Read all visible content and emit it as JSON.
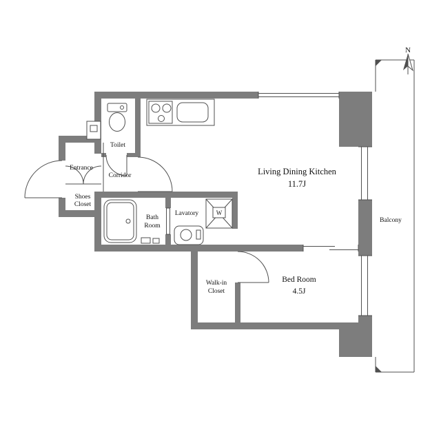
{
  "plan": {
    "compass": {
      "label": "N"
    },
    "rooms": {
      "ldk": {
        "name": "Living Dining Kitchen",
        "size": "11.7J"
      },
      "bedroom": {
        "name": "Bed Room",
        "size": "4.5J"
      },
      "balcony": {
        "name": "Balcony"
      },
      "toilet": {
        "name": "Toilet"
      },
      "entrance": {
        "name": "Entrance"
      },
      "corridor": {
        "name": "Corridor"
      },
      "shoes_closet": {
        "line1": "Shoes",
        "line2": "Closet"
      },
      "bath_room": {
        "line1": "Bath",
        "line2": "Room"
      },
      "lavatory": {
        "name": "Lavatory"
      },
      "walk_in_closet": {
        "line1": "Walk-in",
        "line2": "Closet"
      },
      "washing_machine": {
        "label": "W"
      }
    },
    "colors": {
      "wall": "#7d7d7d",
      "line": "#4f4f4f",
      "text": "#111111",
      "background": "#ffffff"
    }
  }
}
